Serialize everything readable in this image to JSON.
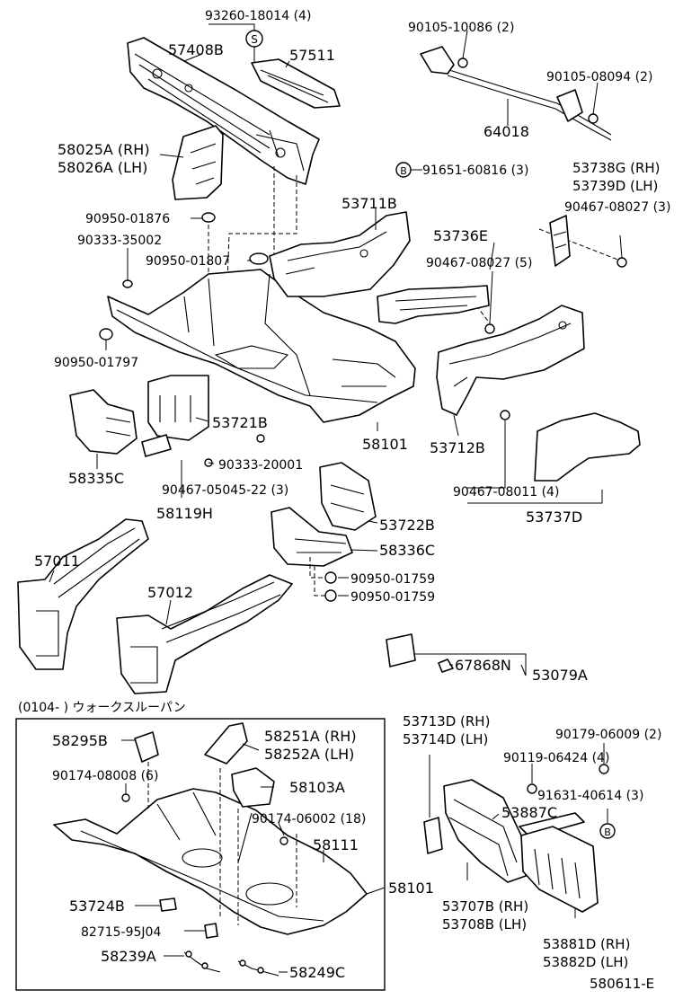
{
  "labels": {
    "p93260": "93260-18014 (4)",
    "p57408b": "57408B",
    "p57511": "57511",
    "p90105a": "90105-10086 (2)",
    "p90105b": "90105-08094 (2)",
    "p64018": "64018",
    "p58025a": "58025A (RH)",
    "p58026a": "58026A (LH)",
    "p91651": "91651-60816 (3)",
    "p53738g": "53738G (RH)",
    "p53739d": "53739D (LH)",
    "p90950_01876": "90950-01876",
    "p53711b": "53711B",
    "p90467_08027a": "90467-08027 (3)",
    "p90333_35002": "90333-35002",
    "p53736e": "53736E",
    "p90950_01807": "90950-01807",
    "p90467_08027b": "90467-08027 (5)",
    "p90950_01797": "90950-01797",
    "p53721b": "53721B",
    "p58101a": "58101",
    "p53712b": "53712B",
    "p58335c": "58335C",
    "p90333_20001": "90333-20001",
    "p90467_05045": "90467-05045-22 (3)",
    "p90467_08011": "90467-08011 (4)",
    "p58119h": "58119H",
    "p53737d": "53737D",
    "p53722b": "53722B",
    "p57011": "57011",
    "p58336c": "58336C",
    "p90950_01759a": "90950-01759",
    "p57012": "57012",
    "p90950_01759b": "90950-01759",
    "p53079a": "53079A",
    "p67868n": "67868N",
    "p_range": "(0104-        ) ウォークスルーパン",
    "p58295b": "58295B",
    "p58251a": "58251A (RH)",
    "p58252a": "58252A (LH)",
    "p90174_08008": "90174-08008 (6)",
    "p58103a": "58103A",
    "p90174_06002": "90174-06002 (18)",
    "p58111": "58111",
    "p58101b": "58101",
    "p53724b": "53724B",
    "p82715": "82715-95J04",
    "p58239a": "58239A",
    "p58249c": "58249C",
    "p53713d": "53713D (RH)",
    "p53714d": "53714D (LH)",
    "p90179": "90179-06009 (2)",
    "p90119": "90119-06424 (4)",
    "p91631": "91631-40614 (3)",
    "p53887c": "53887C",
    "p53707b": "53707B (RH)",
    "p53708b": "53708B (LH)",
    "p53881d": "53881D (RH)",
    "p53882d": "53882D (LH)",
    "p_ref": "580611-E"
  },
  "symbols": {
    "s_letter": "S",
    "b_letter": "B"
  }
}
